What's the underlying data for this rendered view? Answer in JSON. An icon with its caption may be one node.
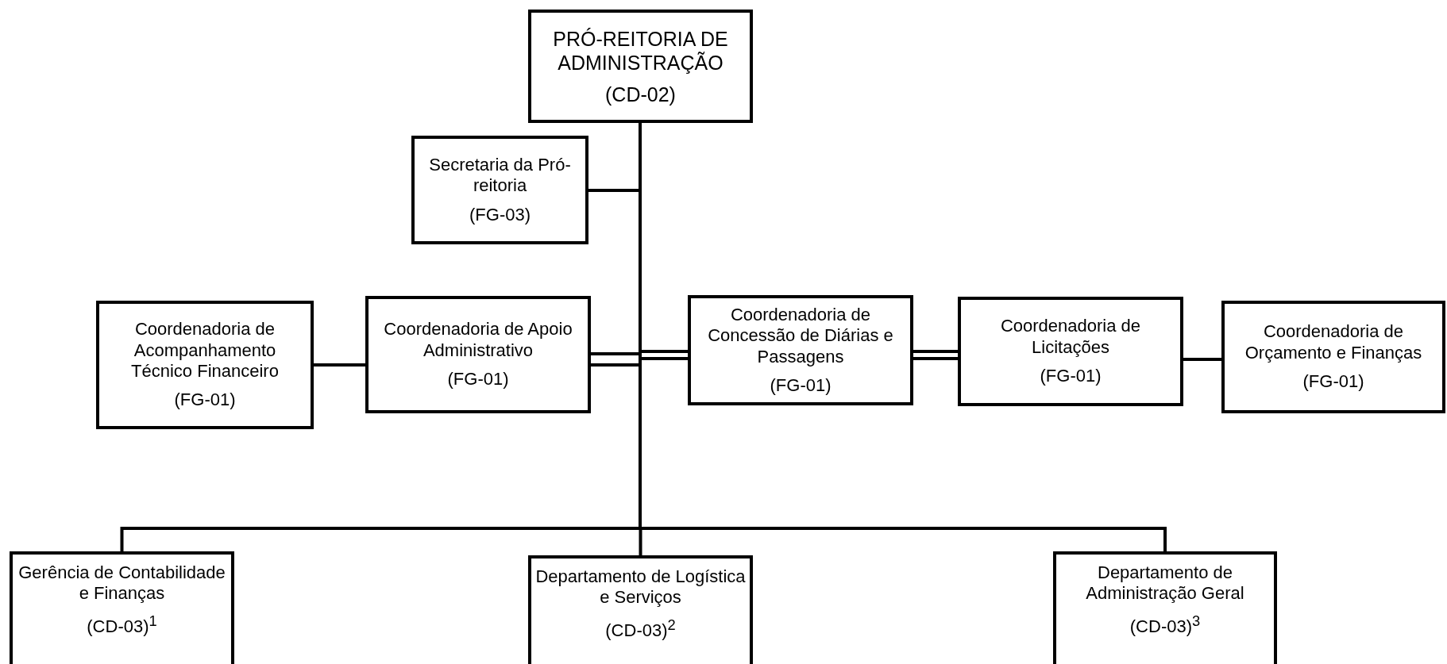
{
  "diagram": {
    "nodes": [
      {
        "text": [
          "PRÓ-REITORIA DE ADMINISTRAÇÃO",
          "(CD-02)"
        ]
      },
      {
        "text": [
          "Secretaria da Pró-reitoria",
          "(FG-03)"
        ]
      },
      {
        "text": [
          "Coordenadoria de Acompanhamento Técnico Financeiro",
          "(FG-01)"
        ]
      },
      {
        "text": [
          "Coordenadoria de Apoio Administrativo",
          "(FG-01)"
        ]
      },
      {
        "text": [
          "Coordenadoria de Concessão de Diárias e Passagens",
          "(FG-01)"
        ]
      },
      {
        "text": [
          "Coordenadoria de Licitações",
          "(FG-01)"
        ]
      },
      {
        "text": [
          "Coordenadoria de Orçamento e Finanças",
          "(FG-01)"
        ]
      },
      {
        "text": [
          "Gerência de Contabilidade e Finanças",
          "(CD-03)$^{1}$"
        ]
      },
      {
        "text": [
          "Departamento de Logística e Serviços",
          "(CD-03)$^{2}$"
        ]
      },
      {
        "text": [
          "Departamento de Administração Geral",
          "(CD-03)$^{3}$"
        ]
      }
    ],
    "edges": [
      {
        "from": 0,
        "to": 1,
        "arrow": "none"
      },
      {
        "from": 0,
        "to": 3,
        "arrow": "none"
      },
      {
        "from": 0,
        "to": 4,
        "arrow": "none"
      },
      {
        "from": 3,
        "to": 2,
        "arrow": "none"
      },
      {
        "from": 4,
        "to": 5,
        "arrow": "none"
      },
      {
        "from": 5,
        "to": 6,
        "arrow": "none"
      },
      {
        "from": 0,
        "to": 7,
        "arrow": "none"
      },
      {
        "from": 0,
        "to": 8,
        "arrow": "none"
      },
      {
        "from": 0,
        "to": 9,
        "arrow": "none"
      }
    ]
  }
}
